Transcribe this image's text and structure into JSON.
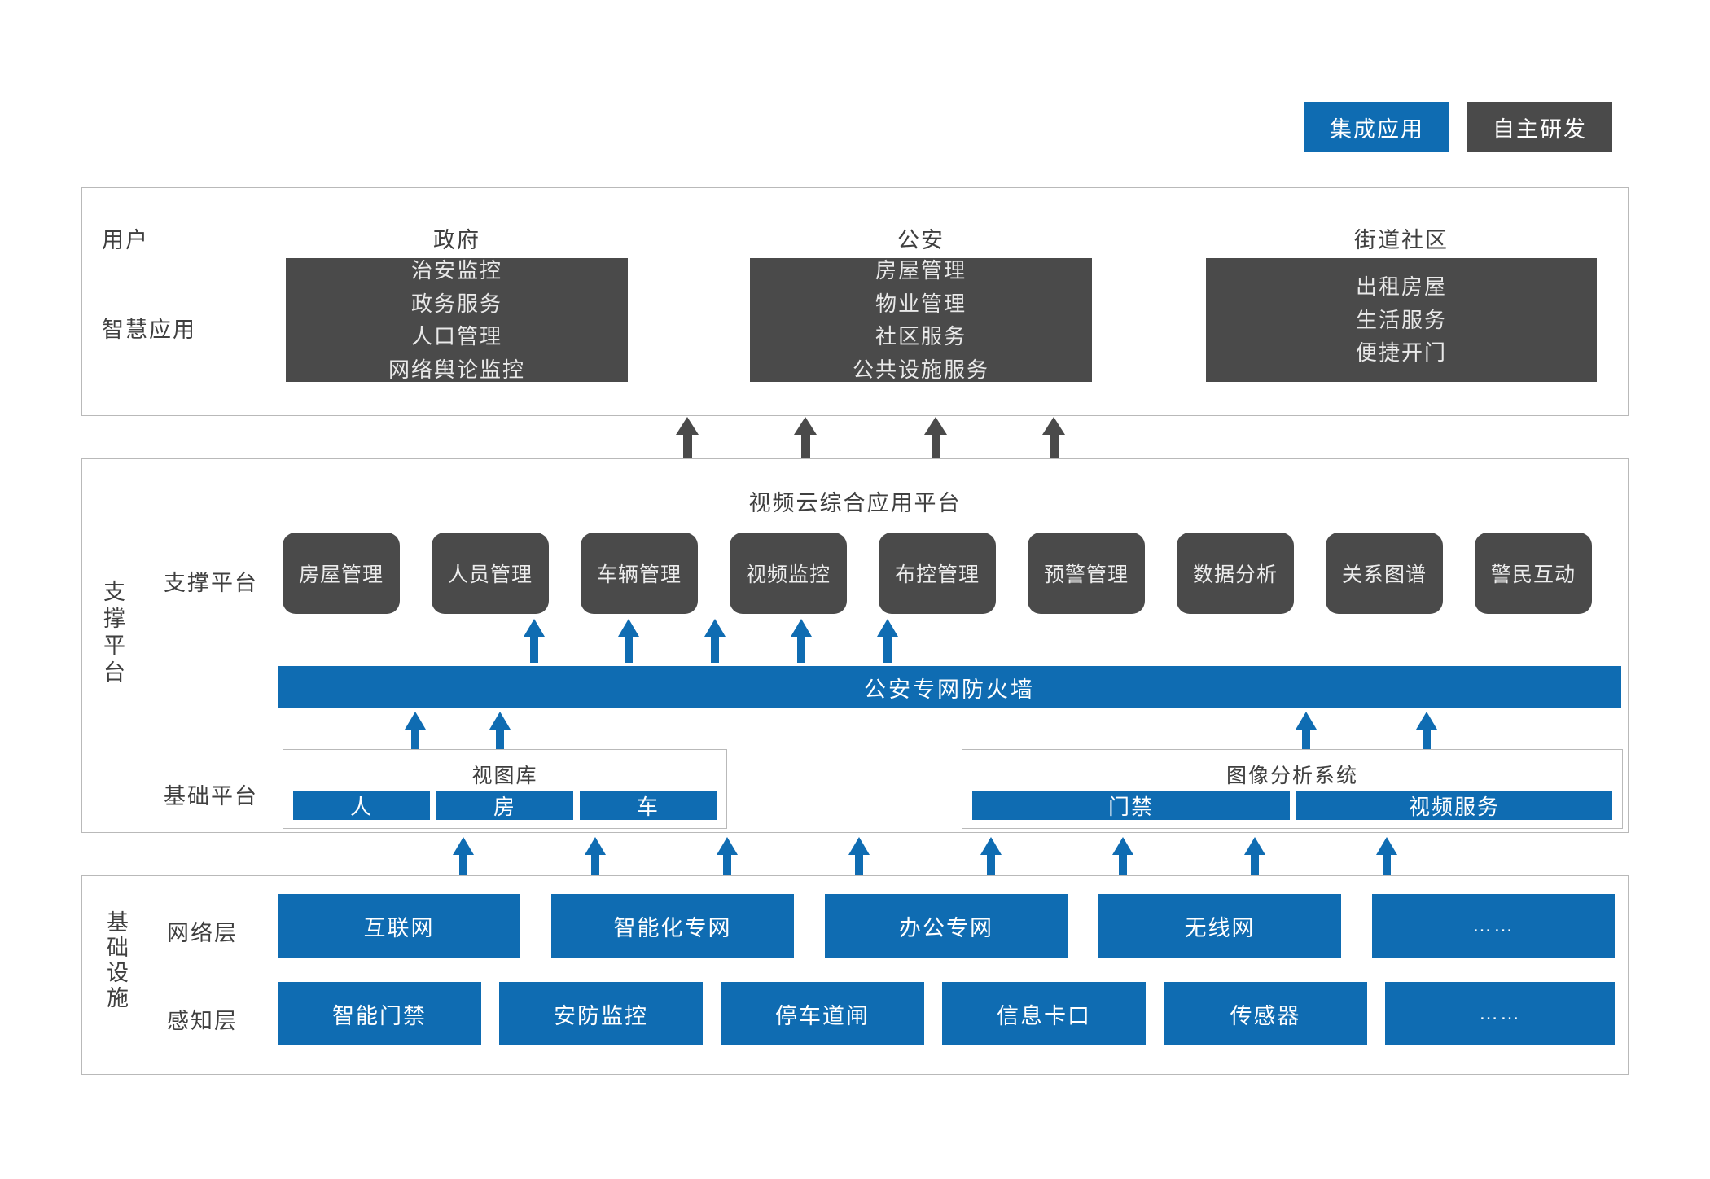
{
  "colors": {
    "accent_blue": "#0f6cb2",
    "accent_gray": "#4a4a4a",
    "border": "#b9b9b9"
  },
  "legend": {
    "items": [
      {
        "label": "集成应用",
        "style": "blue"
      },
      {
        "label": "自主研发",
        "style": "gray"
      }
    ]
  },
  "application_layer": {
    "row_labels": [
      "用户",
      "智慧应用"
    ],
    "columns": [
      {
        "title": "政府",
        "items": [
          "治安监控",
          "政务服务",
          "人口管理",
          "网络舆论监控"
        ]
      },
      {
        "title": "公安",
        "items": [
          "房屋管理",
          "物业管理",
          "社区服务",
          "公共设施服务"
        ]
      },
      {
        "title": "街道社区",
        "items": [
          "出租房屋",
          "生活服务",
          "便捷开门"
        ]
      }
    ]
  },
  "support_platform": {
    "side_label": "支撑平台",
    "title": "视频云综合应用平台",
    "module_row_label": "支撑平台",
    "modules": [
      "房屋管理",
      "人员管理",
      "车辆管理",
      "视频监控",
      "布控管理",
      "预警管理",
      "数据分析",
      "关系图谱",
      "警民互动"
    ],
    "firewall": "公安专网防火墙",
    "base_row_label": "基础平台",
    "base_groups": [
      {
        "title": "视图库",
        "items": [
          "人",
          "房",
          "车"
        ]
      },
      {
        "title": "图像分析系统",
        "items": [
          "门禁",
          "视频服务"
        ]
      }
    ]
  },
  "infrastructure": {
    "side_label": "基础设施",
    "rows": [
      {
        "label": "网络层",
        "items": [
          "互联网",
          "智能化专网",
          "办公专网",
          "无线网",
          "……"
        ]
      },
      {
        "label": "感知层",
        "items": [
          "智能门禁",
          "安防监控",
          "停车道闸",
          "信息卡口",
          "传感器",
          "……"
        ]
      }
    ]
  }
}
